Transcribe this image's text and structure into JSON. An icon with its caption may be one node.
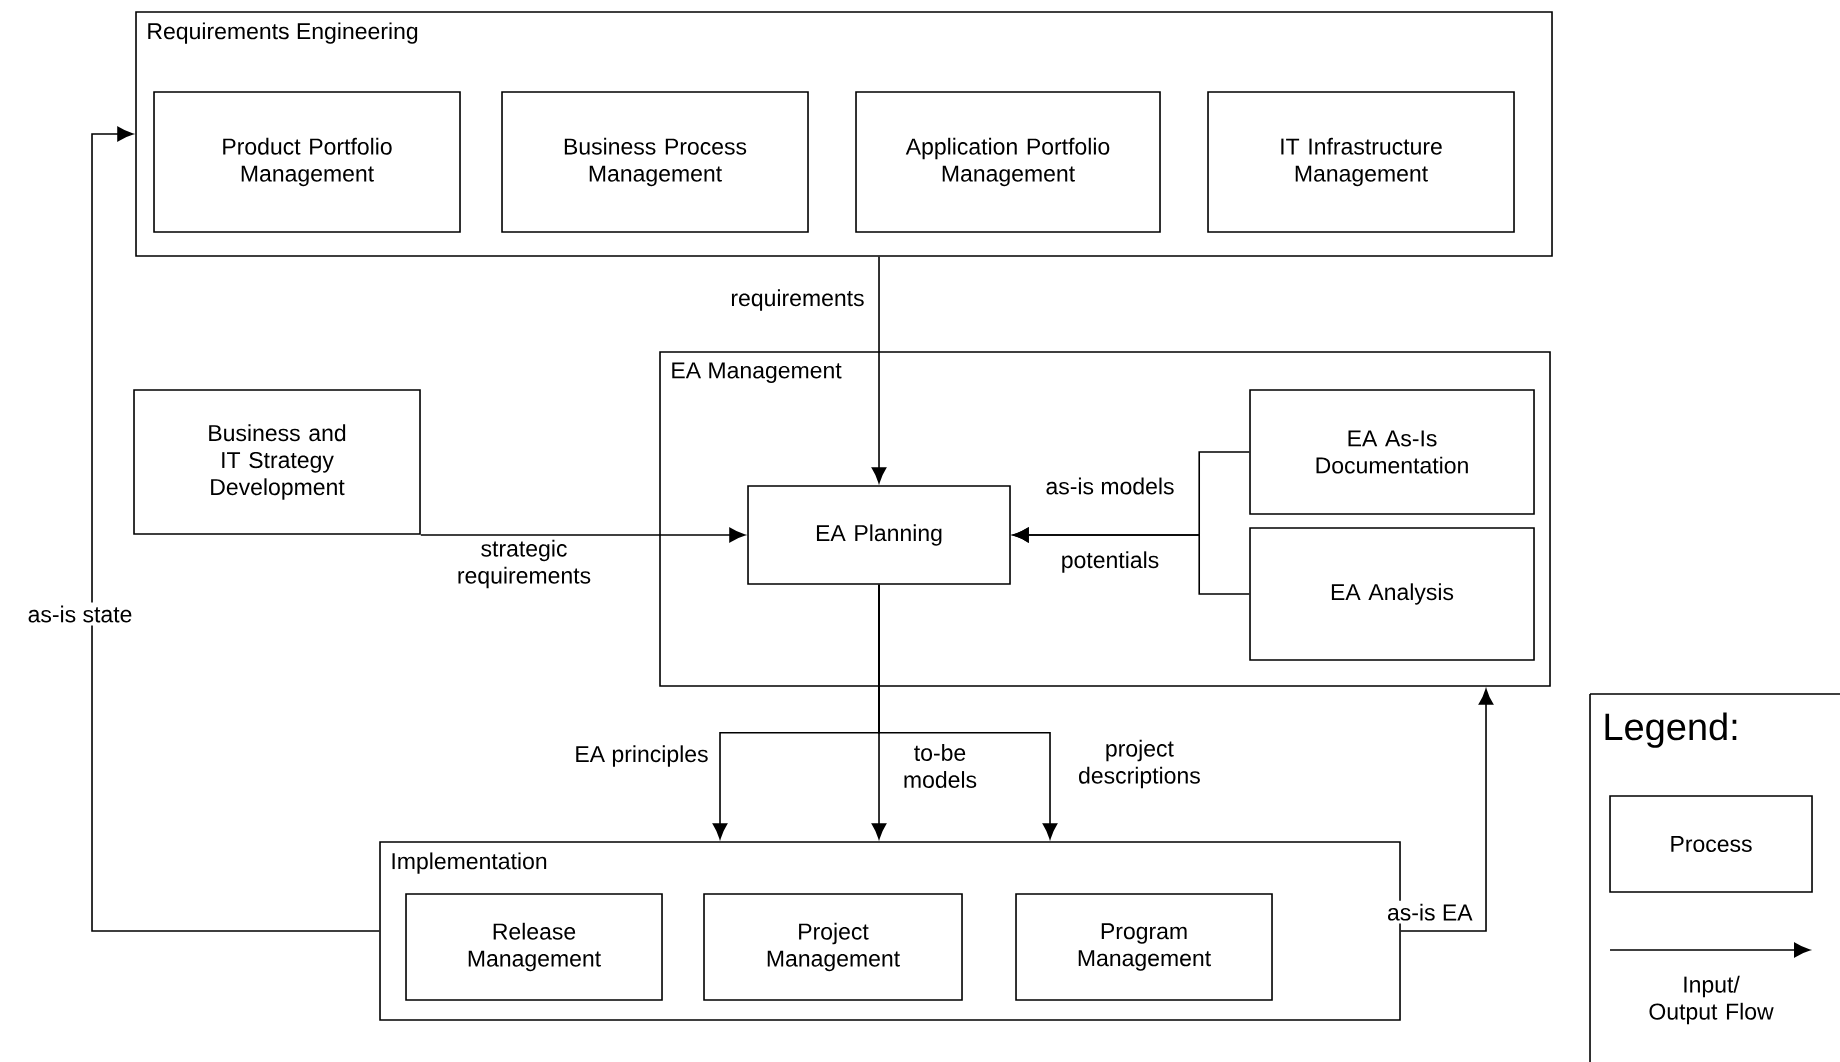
{
  "diagram": {
    "nodes": [
      {
        "text": [
          "Requirements Engineering"
        ]
      },
      {
        "text": [
          "Product Portfolio Management"
        ],
        "in": 0
      },
      {
        "text": [
          "Business Process Management"
        ],
        "in": 0
      },
      {
        "text": [
          "Application Portfolio Management"
        ],
        "in": 0
      },
      {
        "text": [
          "IT Infrastructure Management"
        ],
        "in": 0
      },
      {
        "text": [
          "Business and IT Strategy Development"
        ]
      },
      {
        "text": [
          "EA Management"
        ]
      },
      {
        "text": [
          "EA Planning"
        ],
        "in": 6
      },
      {
        "text": [
          "EA As-Is Documentation"
        ],
        "in": 6
      },
      {
        "text": [
          "EA Analysis"
        ],
        "in": 6
      },
      {
        "text": [
          "Implementation"
        ]
      },
      {
        "text": [
          "Release Management"
        ],
        "in": 10
      },
      {
        "text": [
          "Project Management"
        ],
        "in": 10
      },
      {
        "text": [
          "Program Management"
        ],
        "in": 10
      }
    ],
    "edges": [
      {
        "from": 0,
        "to": 7,
        "arrow": "to",
        "label": "requirements"
      },
      {
        "from": 5,
        "to": 7,
        "arrow": "to",
        "label": "strategic requirements"
      },
      {
        "from": 8,
        "to": 7,
        "arrow": "to",
        "label": "as-is models"
      },
      {
        "from": 9,
        "to": 7,
        "arrow": "to",
        "label": "potentials"
      },
      {
        "from": 7,
        "to": 10,
        "arrow": "to",
        "label": "EA principles"
      },
      {
        "from": 7,
        "to": 10,
        "arrow": "to",
        "label": "to-be models"
      },
      {
        "from": 7,
        "to": 10,
        "arrow": "to",
        "label": "project descriptions"
      },
      {
        "from": 10,
        "to": 6,
        "arrow": "to",
        "label": "as-is EA"
      },
      {
        "from": 10,
        "to": 0,
        "arrow": "to",
        "label": "as-is state"
      }
    ],
    "labels": [
      "Legend:"
    ],
    "legend": [
      {
        "text": "Process"
      },
      {
        "text": "Input/ Output Flow"
      }
    ]
  }
}
